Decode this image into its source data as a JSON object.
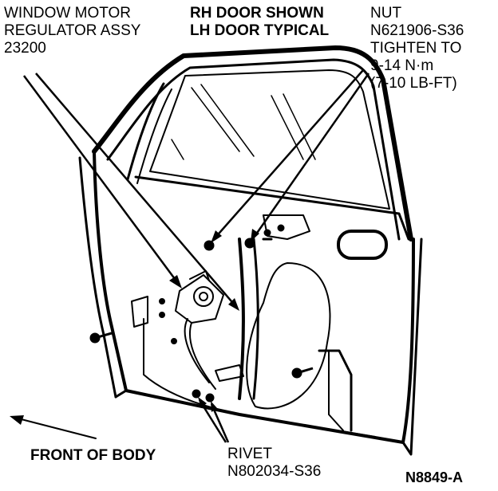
{
  "labels": {
    "regulator": {
      "line1": "WINDOW MOTOR",
      "line2": "REGULATOR ASSY",
      "line3": "23200"
    },
    "door_note": {
      "line1": "RH DOOR SHOWN",
      "line2": "LH DOOR TYPICAL"
    },
    "nut": {
      "line1": "NUT",
      "line2": "N621906-S36",
      "line3": "TIGHTEN TO",
      "line4": "9-14 N·m",
      "line5": "(7-10 LB-FT)"
    },
    "rivet": {
      "line1": "RIVET",
      "line2": "N802034-S36"
    },
    "front": "FRONT OF BODY",
    "figure_id": "N8849-A"
  }
}
